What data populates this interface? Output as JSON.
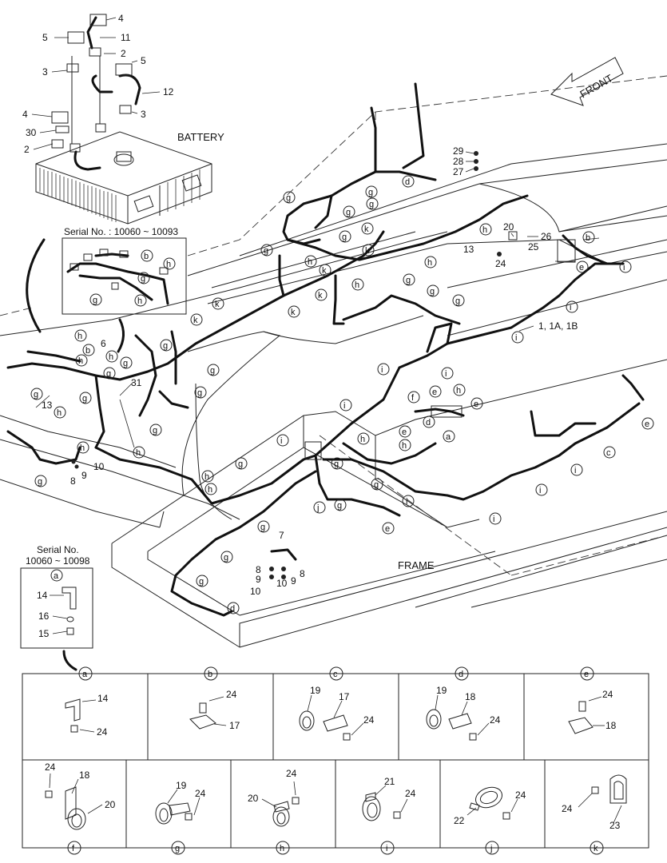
{
  "labels": {
    "battery": "BATTERY",
    "frame": "FRAME",
    "front": "FRONT",
    "serial_range_1": "Serial No. : 10060 ~ 10093",
    "serial_title_2": "Serial No.",
    "serial_range_2": "10060 ~ 10098"
  },
  "part_numbers": {
    "p1": "1, 1A, 1B",
    "p2": "2",
    "p3": "3",
    "p4": "4",
    "p5": "5",
    "p6": "6",
    "p7": "7",
    "p8": "8",
    "p9": "9",
    "p10": "10",
    "p11": "11",
    "p12": "12",
    "p13": "13",
    "p14": "14",
    "p15": "15",
    "p16": "16",
    "p17": "17",
    "p18": "18",
    "p19": "19",
    "p20": "20",
    "p21": "21",
    "p22": "22",
    "p23": "23",
    "p24": "24",
    "p25": "25",
    "p26": "26",
    "p27": "27",
    "p28": "28",
    "p29": "29",
    "p30": "30",
    "p31": "31"
  },
  "detail_letters": [
    "a",
    "b",
    "c",
    "d",
    "e",
    "f",
    "g",
    "h",
    "i",
    "j",
    "k"
  ],
  "detail_table": {
    "row1": [
      {
        "letter": "a",
        "parts": [
          "14",
          "24"
        ]
      },
      {
        "letter": "b",
        "parts": [
          "24",
          "17"
        ]
      },
      {
        "letter": "c",
        "parts": [
          "19",
          "17",
          "24"
        ]
      },
      {
        "letter": "d",
        "parts": [
          "19",
          "18",
          "24"
        ]
      },
      {
        "letter": "e",
        "parts": [
          "24",
          "18"
        ]
      }
    ],
    "row2": [
      {
        "letter": "f",
        "parts": [
          "24",
          "18",
          "20"
        ]
      },
      {
        "letter": "g",
        "parts": [
          "19",
          "24"
        ]
      },
      {
        "letter": "h",
        "parts": [
          "24",
          "20"
        ]
      },
      {
        "letter": "i",
        "parts": [
          "21",
          "24"
        ]
      },
      {
        "letter": "j",
        "parts": [
          "22",
          "24"
        ]
      },
      {
        "letter": "k",
        "parts": [
          "24",
          "23"
        ]
      }
    ]
  },
  "inset_a_parts": [
    "14",
    "16",
    "15"
  ]
}
